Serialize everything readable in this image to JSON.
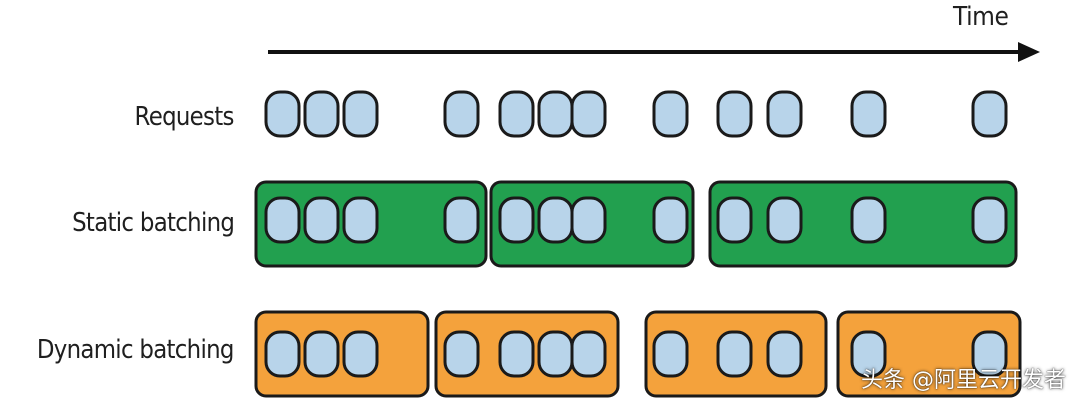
{
  "time_label": "Time",
  "rows": [
    {
      "key": "requests",
      "label": "Requests"
    },
    {
      "key": "static",
      "label": "Static batching"
    },
    {
      "key": "dynamic",
      "label": "Dynamic batching"
    }
  ],
  "watermark": "头条 @阿里云开发者",
  "colors": {
    "request_fill": "#b8d4ea",
    "static_fill": "#22a04f",
    "dynamic_fill": "#f4a23c",
    "stroke": "#1a1a1a"
  }
}
